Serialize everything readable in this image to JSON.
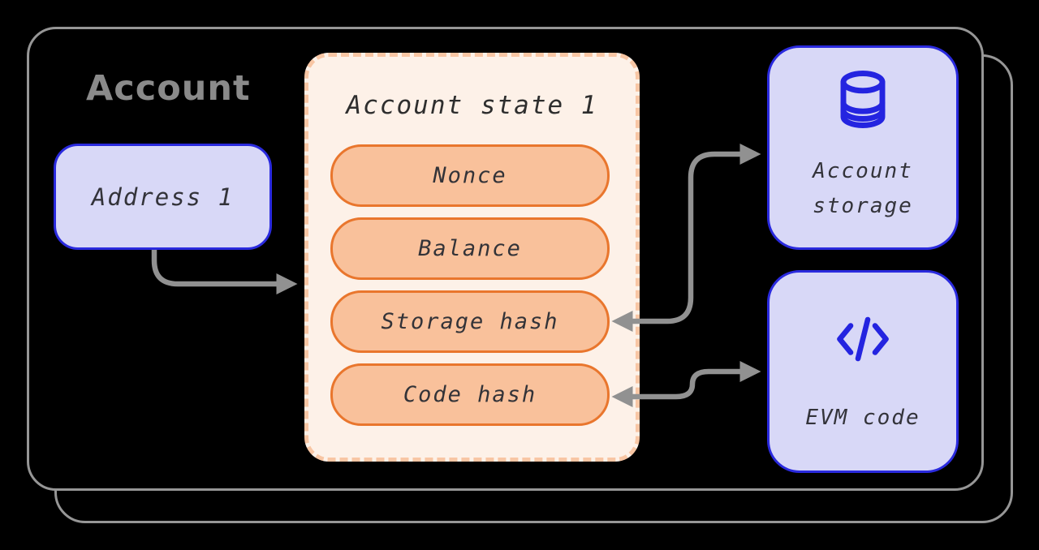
{
  "diagram": {
    "container_title": "Account",
    "address_box": {
      "label": "Address 1"
    },
    "account_state_box": {
      "title": "Account state 1",
      "fields": [
        "Nonce",
        "Balance",
        "Storage hash",
        "Code hash"
      ]
    },
    "account_storage_box": {
      "label": "Account storage",
      "icon": "database-icon"
    },
    "evm_code_box": {
      "label": "EVM code",
      "icon": "code-brackets-icon"
    },
    "connections": [
      {
        "from": "address-node",
        "to": "account-state-node",
        "heads": "single"
      },
      {
        "from": "storage-hash-pill",
        "to": "account-storage-node",
        "heads": "double"
      },
      {
        "from": "code-hash-pill",
        "to": "evm-code-node",
        "heads": "double"
      }
    ],
    "colors": {
      "background": "#000000",
      "container_border": "#969696",
      "title_gray": "#8a8a8a",
      "lavender_fill": "#d8d8f7",
      "blue_border": "#2a2ade",
      "icon_blue": "#2424e0",
      "cream_fill": "#fdf1e8",
      "dash_peach": "#f8c6a4",
      "pill_fill": "#f9c19b",
      "pill_border": "#e9762d",
      "text_dark": "#333338",
      "arrow_gray": "#919191"
    }
  }
}
